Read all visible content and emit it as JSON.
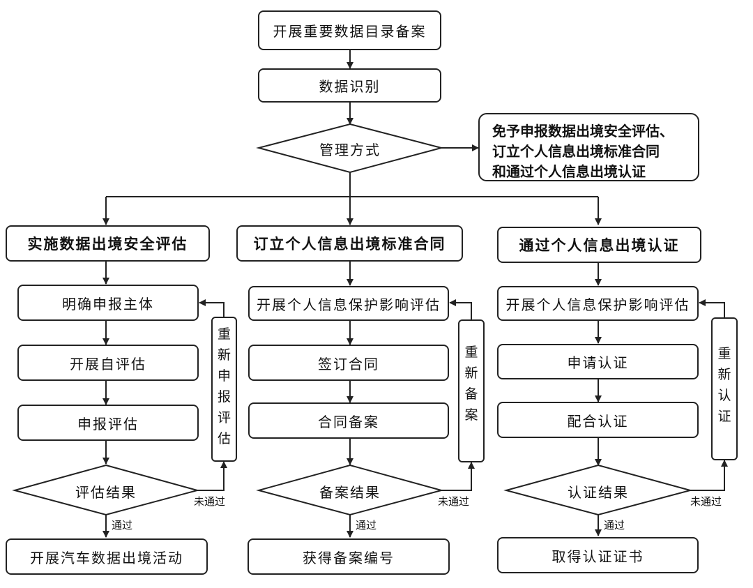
{
  "top": {
    "start": "开展重要数据目录备案",
    "identify": "数据识别",
    "decision": "管理方式",
    "exempt_lines": [
      "免予申报数据出境安全评估、",
      "订立个人信息出境标准合同",
      "和通过个人信息出境认证"
    ]
  },
  "branches": {
    "left": {
      "header": "实施数据出境安全评估",
      "steps": [
        "明确申报主体",
        "开展自评估",
        "申报评估"
      ],
      "decision": "评估结果",
      "retry": "重新申报评估",
      "fail": "未通过",
      "pass": "通过",
      "result": "开展汽车数据出境活动"
    },
    "middle": {
      "header": "订立个人信息出境标准合同",
      "steps": [
        "开展个人信息保护影响评估",
        "签订合同",
        "合同备案"
      ],
      "decision": "备案结果",
      "retry": "重新备案",
      "fail": "未通过",
      "pass": "通过",
      "result": "获得备案编号"
    },
    "right": {
      "header": "通过个人信息出境认证",
      "steps": [
        "开展个人信息保护影响评估",
        "申请认证",
        "配合认证"
      ],
      "decision": "认证结果",
      "retry": "重新认证",
      "fail": "未通过",
      "pass": "通过",
      "result": "取得认证证书"
    }
  }
}
